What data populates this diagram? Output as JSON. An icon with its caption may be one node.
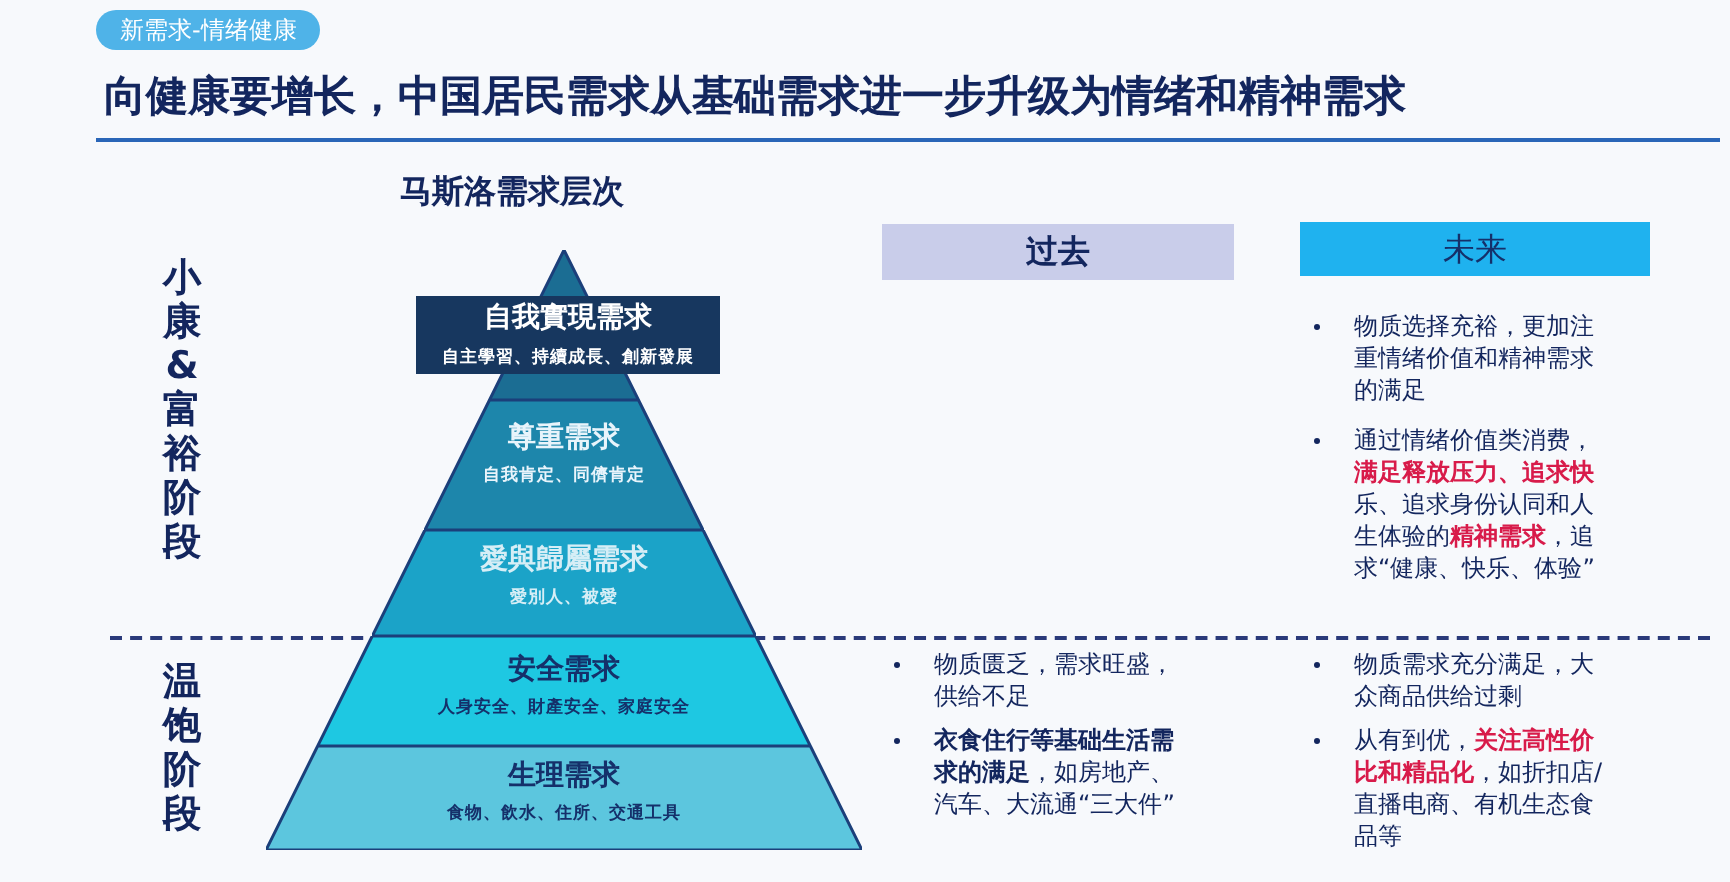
{
  "diagram": {
    "title": "向健康要增长，中国居民需求从基础需求进一步升级为情绪和精神需求",
    "nodes": [
      {
        "text": [
          "自我實現需求",
          "自主學習、持續成長、創新發展"
        ]
      },
      {
        "text": [
          "尊重需求",
          "自我肯定、同儕肯定"
        ]
      },
      {
        "text": [
          "愛與歸屬需求",
          "愛別人、被愛"
        ]
      },
      {
        "text": [
          "安全需求",
          "人身安全、財產安全、家庭安全"
        ]
      },
      {
        "text": [
          "生理需求",
          "食物、飲水、住所、交通工具"
        ]
      },
      {
        "text": [
          "过去"
        ]
      },
      {
        "text": [
          "未来"
        ]
      }
    ],
    "labels": [
      "新需求-情绪健康",
      "马斯洛需求层次",
      "小康 & 富裕阶段",
      "物质选择充裕，更加注重情绪价值和精神需求的满足",
      "通过情绪价值类消费，**满足释放压力、追求快**乐、追求身份认同和人生体验的**精神需求**，追求“健康、快乐、体验”",
      "温饱阶段",
      "物质匮乏，需求旺盛，供给不足",
      "**衣食住行等基础生活需求的满足**，如房地产、汽车、大流通“三大件”",
      "物质需求充分满足，大众商品供给过剩",
      "从有到优，**关注高性价比和精品化**，如折扣店/直播电商、有机生态食品等"
    ]
  }
}
